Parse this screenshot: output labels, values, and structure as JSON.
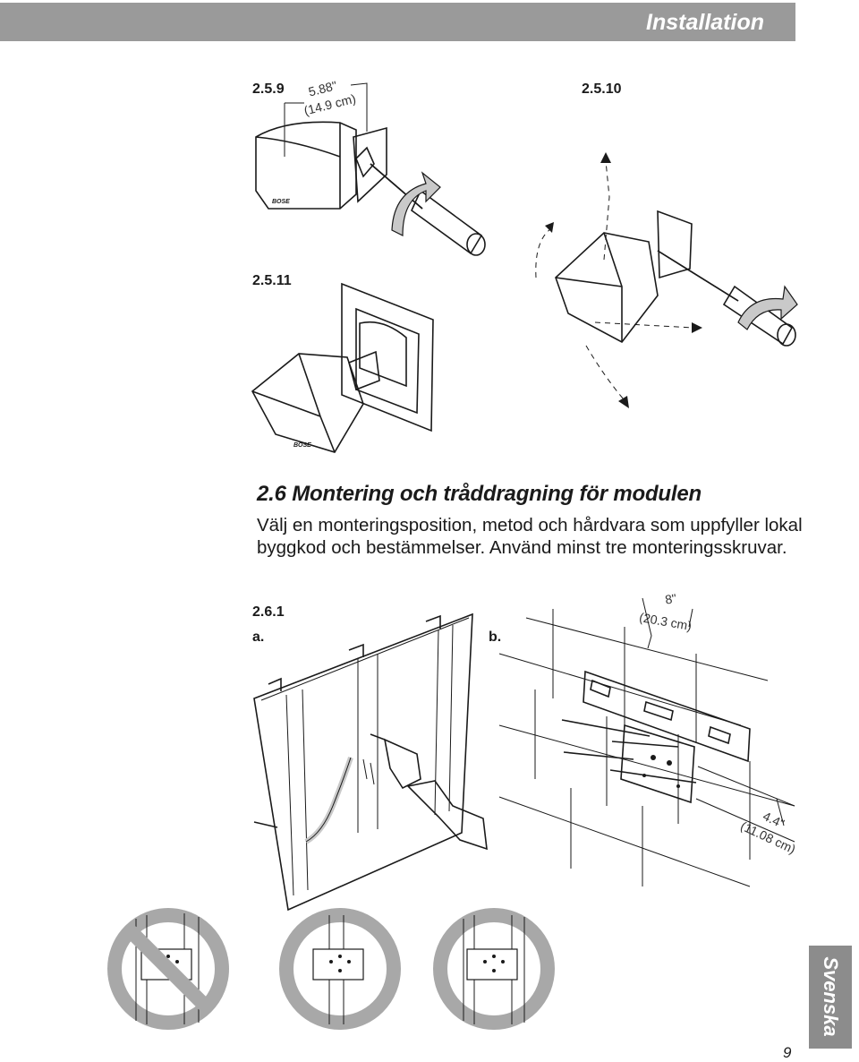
{
  "header": {
    "title": "Installation"
  },
  "steps": {
    "s259": "2.5.9",
    "s2510": "2.5.10",
    "s2511": "2.5.11",
    "s261": "2.6.1",
    "a": "a.",
    "b": "b."
  },
  "dims": {
    "d1_in": "5.88\"",
    "d1_cm": "(14.9 cm)",
    "d2_in": "8\"",
    "d2_cm": "(20.3 cm)",
    "d3_in": "4.4\"",
    "d3_cm": "(11.08 cm)"
  },
  "section": {
    "title": "2.6 Montering och tråddragning för modulen",
    "line1": "Välj en monteringsposition, metod och hårdvara som uppfyller lokal",
    "line2": "byggkod och bestämmelser. Använd minst tre monteringsskruvar."
  },
  "language_tab": "Svenska",
  "page_number": "9",
  "colors": {
    "header_bg": "#9a9a9a",
    "tab_bg": "#8c8c8c",
    "prohibit_ring": "#a8a8a8"
  }
}
